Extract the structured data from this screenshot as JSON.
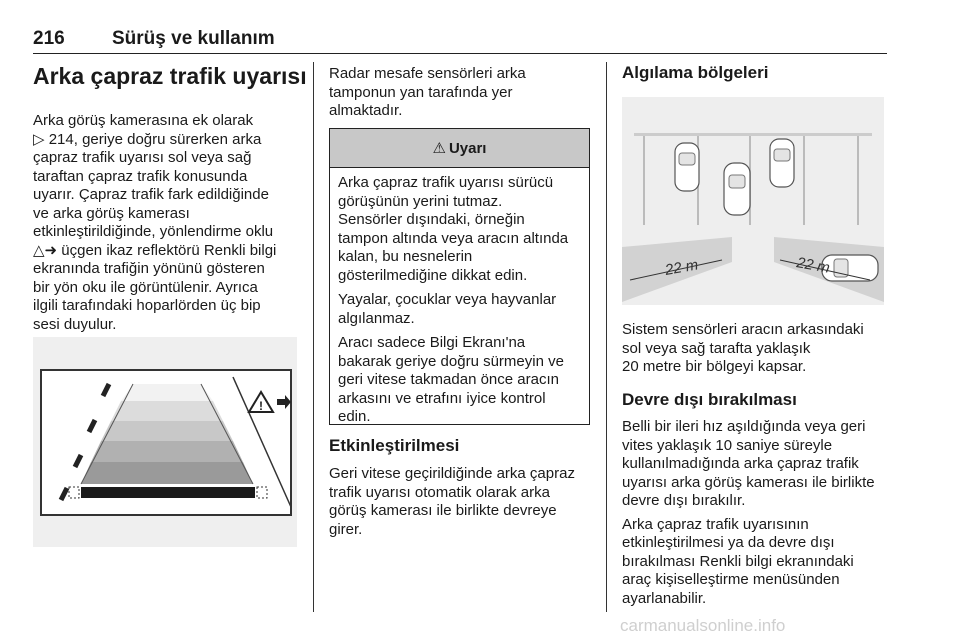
{
  "header": {
    "page_number": "216",
    "section": "Sürüş ve kullanım"
  },
  "col1": {
    "title": "Arka çapraz trafik uyarısı",
    "para1_lines": [
      "Arka görüş kamerasına ek olarak",
      "214, geriye doğru sürerken arka",
      "çapraz trafik uyarısı sol veya sağ",
      "taraftan çapraz trafik konusunda",
      "uyarır. Çapraz trafik fark edildiğinde",
      "ve arka görüş kamerası",
      "etkinleştirildiğinde, yönlendirme oklu",
      "üçgen ikaz reflektörü Renkli bilgi",
      "ekranında trafiğin yönünü gösteren",
      "bir yön oku ile görüntülenir. Ayrıca",
      "ilgili tarafındaki hoparlörden üç bip",
      "sesi duyulur."
    ]
  },
  "col2": {
    "para_lines": [
      "Radar mesafe sensörleri arka",
      "tamponun yan tarafında yer",
      "almaktadır."
    ],
    "warning": {
      "title": "Uyarı",
      "paras": [
        [
          "Arka çapraz trafik uyarısı sürücü",
          "görüşünün yerini tutmaz.",
          "Sensörler dışındaki, örneğin",
          "tampon altında veya aracın altında",
          "kalan, bu nesnelerin",
          "gösterilmediğine dikkat edin."
        ],
        [
          "Yayalar, çocuklar veya hayvanlar",
          "algılanmaz."
        ],
        [
          "Aracı sadece Bilgi Ekranı'na",
          "bakarak geriye doğru sürmeyin ve",
          "geri vitese takmadan önce aracın",
          "arkasını ve etrafını iyice kontrol",
          "edin."
        ]
      ]
    },
    "activation_title": "Etkinleştirilmesi",
    "activation_lines": [
      "Geri vitese geçirildiğinde arka çapraz",
      "trafik uyarısı otomatik olarak arka",
      "görüş kamerası ile birlikte devreye",
      "girer."
    ]
  },
  "col3": {
    "zones_title": "Algılama bölgeleri",
    "zones_lines": [
      "Sistem sensörleri aracın arkasındaki",
      "sol veya sağ tarafta yaklaşık",
      "20 metre bir bölgeyi kapsar."
    ],
    "disable_title": "Devre dışı bırakılması",
    "disable_paras": [
      [
        "Belli bir ileri hız aşıldığında veya geri",
        "vites yaklaşık 10 saniye süreyle",
        "kullanılmadığında arka çapraz trafik",
        "uyarısı arka görüş kamerası ile birlikte",
        "devre dışı bırakılır."
      ],
      [
        "Arka çapraz trafik uyarısının",
        "etkinleştirilmesi ya da devre dışı",
        "bırakılması Renkli bilgi ekranındaki",
        "araç kişiselleştirme menüsünden",
        "ayarlanabilir."
      ]
    ]
  },
  "figure": {
    "left_distance": "22 m",
    "right_distance": "22 m"
  },
  "watermark": "carmanualsonline.info",
  "icons": [
    "triangle-arrow-icon",
    "warning-triangle-icon",
    "page-reference-icon"
  ]
}
